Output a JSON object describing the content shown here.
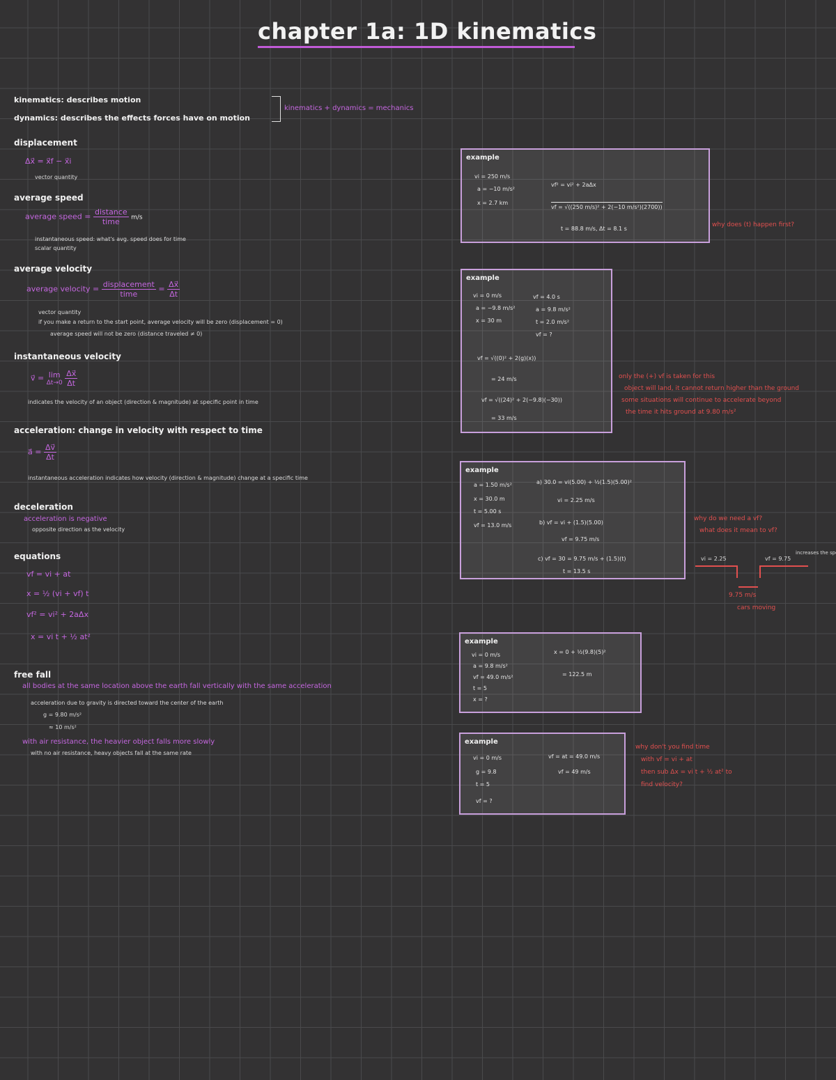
{
  "title": "chapter 1a: 1D kinematics",
  "intro": {
    "line1": "kinematics: describes motion",
    "line2": "dynamics: describes the effects forces have on motion",
    "bracket_note": "kinematics + dynamics = mechanics"
  },
  "displacement": {
    "heading": "displacement",
    "formula": "Δx⃗ = x⃗f − x⃗i",
    "note": "vector quantity"
  },
  "average_speed": {
    "heading": "average speed",
    "lhs": "average speed =",
    "num": "distance",
    "den": "time",
    "unit": "m/s",
    "note1": "instantaneous speed: what's avg. speed does for time",
    "note2": "scalar quantity"
  },
  "average_velocity": {
    "heading": "average velocity",
    "lhs": "average velocity =",
    "num": "displacement",
    "den": "time",
    "eq": "=",
    "num2": "Δx⃗",
    "den2": "Δt",
    "note1": "vector quantity",
    "note2": "if you make a return to the start point, average velocity will be zero (displacement = 0)",
    "note3": "average speed will not be zero (distance traveled ≠ 0)"
  },
  "instantaneous_velocity": {
    "heading": "instantaneous velocity",
    "lhs": "v⃗ =",
    "lim": "lim",
    "lim_sub": "Δt→0",
    "num": "Δx⃗",
    "den": "Δt",
    "note": "indicates the velocity of an object (direction & magnitude) at specific point in time"
  },
  "acceleration": {
    "heading": "acceleration: change in velocity with respect to time",
    "lhs": "a⃗ =",
    "num": "Δv⃗",
    "den": "Δt",
    "note": "instantaneous acceleration indicates how velocity (direction & magnitude) change at a specific time"
  },
  "deceleration": {
    "heading": "deceleration",
    "line": "acceleration is negative",
    "note": "opposite direction as the velocity"
  },
  "equations": {
    "heading": "equations",
    "e1": "vf = vi + at",
    "e2": "x = ½ (vi + vf) t",
    "e3": "vf² = vi² + 2aΔx",
    "e4": "x = vi t + ½ at²"
  },
  "free_fall": {
    "heading": "free fall",
    "line1": "all bodies at the same location above the earth fall vertically with the same acceleration",
    "note1": "acceleration due to gravity is directed toward the center of the earth",
    "g1": "g = 9.80 m/s²",
    "g2": "≈ 10 m/s²",
    "line2": "with air resistance, the heavier object falls more slowly",
    "note2": "with no air resistance, heavy objects fall at the same rate"
  },
  "examples": [
    {
      "title": "example",
      "lines": [
        "vi = 250 m/s",
        "a = −10 m/s²",
        "x = 2.7 km",
        "vf² = vi² + 2aΔx",
        "vf = √((250 m/s)² + 2(−10 m/s²)(2700))",
        "t = 88.8 m/s, Δt = 8.1 s"
      ],
      "note": "why does (t) happen first?"
    },
    {
      "title": "example",
      "lines": [
        "vi = 0 m/s",
        "a = −9.8 m/s²",
        "x = 30 m",
        "vf = 4.0 s",
        "a = 9.8 m/s²",
        "t = 2.0 m/s²",
        "vf = ?",
        "vf = √((0)² + 2(g)(x))",
        "= 24 m/s",
        "vf = √((24)² + 2(−9.8)(−30))",
        "= 33 m/s"
      ],
      "notes": [
        "only the (+) vf is taken for this",
        "object will land, it cannot return higher than the ground",
        "some situations will continue to accelerate beyond",
        "the time it hits ground at 9.80 m/s²"
      ]
    },
    {
      "title": "example",
      "lines": [
        "a = 1.50 m/s²",
        "x = 30.0 m",
        "t = 5.00 s",
        "vf = 13.0 m/s",
        "a) 30.0 = vi(5.00) + ½(1.5)(5.00)²",
        "vi = 2.25 m/s",
        "b) vf = vi + (1.5)(5.00)",
        "vf = 9.75 m/s",
        "c) vf = 30 = 9.75 m/s + (1.5)(t)",
        "t = 13.5 s"
      ],
      "notes": [
        "why do we need a vf?",
        "what does it mean to vf?",
        "vi = 2.25",
        "vf = 9.75",
        "increases the speed",
        "9.75 m/s",
        "cars moving"
      ]
    },
    {
      "title": "example",
      "lines": [
        "vi = 0 m/s",
        "a = 9.8 m/s²",
        "vf = 49.0 m/s²",
        "t = 5",
        "x = ?",
        "x = 0 + ½(9.8)(5)²",
        "= 122.5 m"
      ]
    },
    {
      "title": "example",
      "lines": [
        "vi = 0 m/s",
        "g = 9.8",
        "t = 5",
        "vf = ?",
        "vf = at = 49.0 m/s",
        "vf = 49 m/s"
      ],
      "notes": [
        "why don't you find time",
        "with vf = vi + at",
        "then sub  Δx = vi t + ½ at² to",
        "find velocity?"
      ]
    }
  ]
}
